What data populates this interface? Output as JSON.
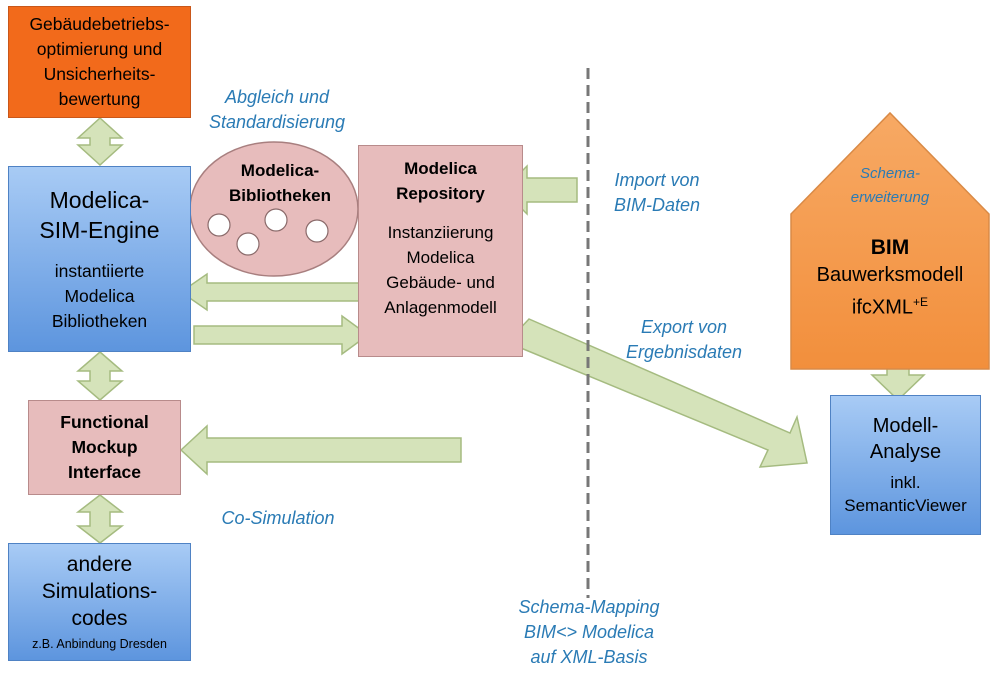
{
  "boxes": {
    "gebaeude": [
      "Gebäudebetriebs-",
      "optimierung und",
      "Unsicherheits-",
      "bewertung"
    ],
    "sim_engine": {
      "title": [
        "Modelica-",
        "SIM-Engine"
      ],
      "sub": [
        "instantiierte",
        "Modelica",
        "Bibliotheken"
      ]
    },
    "fmi": [
      "Functional",
      "Mockup",
      "Interface"
    ],
    "andere": {
      "title": [
        "andere",
        "Simulations-",
        "codes"
      ],
      "note": "z.B. Anbindung Dresden"
    },
    "bibliotheken": [
      "Modelica-",
      "Bibliotheken"
    ],
    "repository": {
      "title": [
        "Modelica",
        "Repository"
      ],
      "sub": [
        "Instanziierung",
        "Modelica",
        "Gebäude- und",
        "Anlagenmodell"
      ]
    },
    "bim": {
      "note": [
        "Schema-",
        "erweiterung"
      ],
      "title": "BIM",
      "line1": "Bauwerksmodell",
      "line2": "ifcXML",
      "sup": "+E"
    },
    "analyse": {
      "title": [
        "Modell-",
        "Analyse"
      ],
      "sub": [
        "inkl.",
        "SemanticViewer"
      ]
    }
  },
  "labels": {
    "abgleich": [
      "Abgleich und",
      "Standardisierung"
    ],
    "import": [
      "Import von",
      "BIM-Daten"
    ],
    "export": [
      "Export von",
      "Ergebnisdaten"
    ],
    "cosim": "Co-Simulation",
    "mapping": [
      "Schema-Mapping",
      "BIM<> Modelica",
      "auf XML-Basis"
    ]
  },
  "colors": {
    "orange": "#f26a1b",
    "bim_orange": "#f59a4c",
    "blue_top": "#a8cbf5",
    "blue_bottom": "#5d95de",
    "pink": "#e7bcbc",
    "arrow_fill": "#d5e3ba",
    "arrow_stroke": "#a5bb80",
    "label_blue": "#2a7bb5",
    "divider": "#777777"
  }
}
